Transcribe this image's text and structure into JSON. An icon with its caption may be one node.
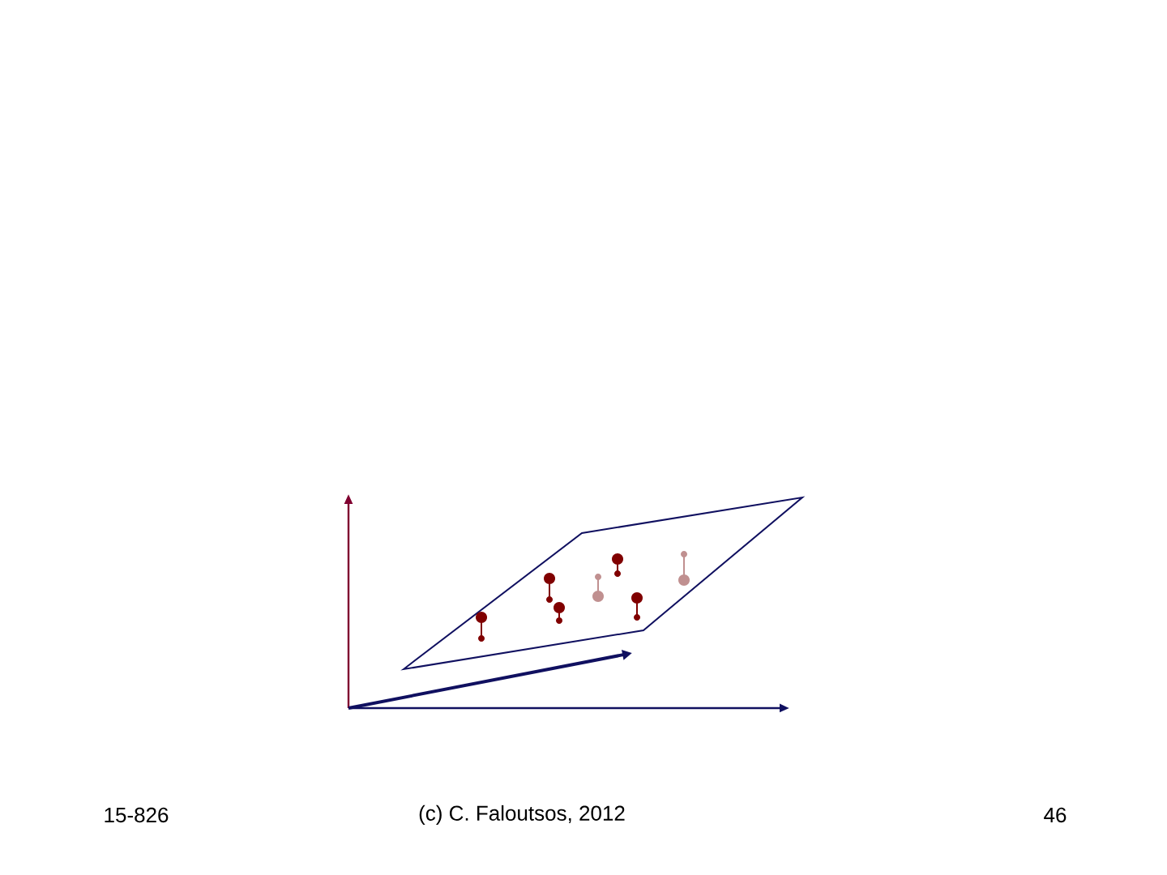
{
  "diagram": {
    "labels": [
      "15-826",
      "(c) C. Faloutsos, 2012",
      "46"
    ]
  }
}
